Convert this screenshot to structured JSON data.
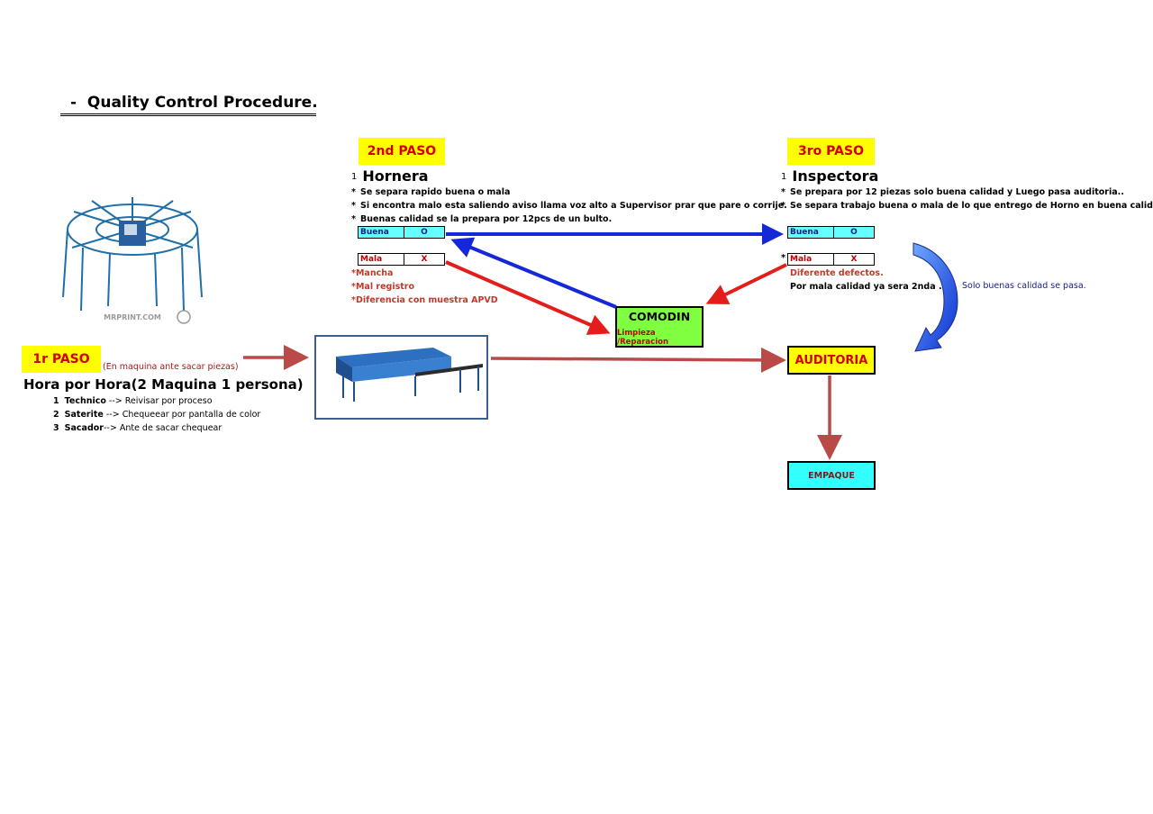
{
  "title": "-  Quality Control Procedure.",
  "step1": {
    "badge": "1r PASO",
    "note": "(En maquina ante sacar piezas)",
    "heading": "Hora por Hora(2 Maquina 1 persona)",
    "items": [
      {
        "num": "1",
        "role": "Technico",
        "desc": " --> Reivisar por proceso"
      },
      {
        "num": "2",
        "role": "Saterite",
        "desc": " --> Chequeear por pantalla de color"
      },
      {
        "num": "3",
        "role": "Sacador",
        "desc": "--> Ante de sacar chequear"
      }
    ]
  },
  "step2": {
    "badge": "2nd PASO",
    "num": "1",
    "heading": "Hornera",
    "bullets": [
      "Se separa rapido buena o mala",
      "Si encontra malo esta saliendo aviso llama voz alto a Supervisor prar que pare o corrije.",
      "Buenas calidad se la prepara por 12pcs de un bulto."
    ],
    "good_label": "Buena",
    "good_mark": "O",
    "bad_label": "Mala",
    "bad_mark": "X",
    "defects": [
      "Mancha",
      "Mal registro",
      "Diferencia con muestra APVD"
    ]
  },
  "step3": {
    "badge": "3ro PASO",
    "num": "1",
    "heading": "Inspectora",
    "bullets": [
      "Se  prepara por 12 piezas solo buena calidad y Luego pasa auditoria..",
      "Se separa trabajo buena o mala de lo que entrego de Horno en buena calidad."
    ],
    "good_label": "Buena",
    "good_mark": "O",
    "bad_label": "Mala",
    "bad_mark": "X",
    "defects_title": "Diferente defectos.",
    "defects_note": "Por mala calidad ya sera 2nda ."
  },
  "comodin": {
    "title": "COMODIN",
    "subtitle": "Limpieza /Reparacion"
  },
  "auditoria": "AUDITORIA",
  "empaque": "EMPAQUE",
  "good_only_note": "Solo buenas calidad se pasa.",
  "watermark": "MRPRINT.COM",
  "colors": {
    "badge_bg": "#ffff00",
    "badge_text": "#d40000",
    "good_bg": "#66ffff",
    "comodin_bg": "#7fff3f",
    "arrow_red": "#e51c1c",
    "arrow_blue": "#1428d8",
    "arrow_brown": "#b94a48"
  }
}
